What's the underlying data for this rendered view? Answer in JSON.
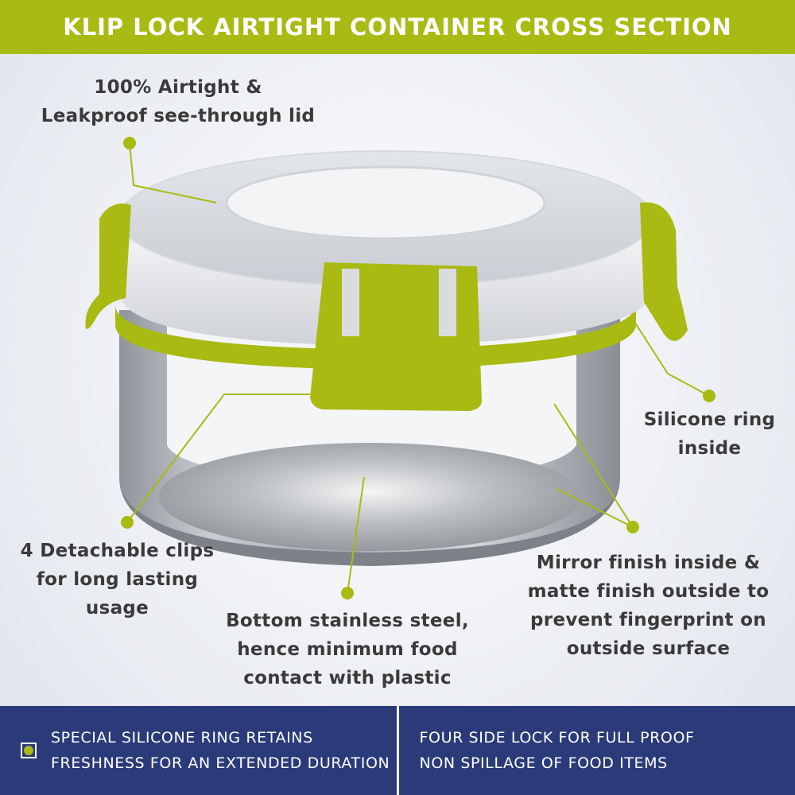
{
  "colors": {
    "accent": "#a9ba12",
    "navy": "#2b3b7a",
    "text": "#3a3a3a"
  },
  "header": {
    "title": "KLIP LOCK AIRTIGHT CONTAINER CROSS SECTION"
  },
  "callouts": {
    "lid": [
      "100% Airtight &",
      "Leakproof see-through lid"
    ],
    "silicone": [
      "Silicone ring",
      "inside"
    ],
    "clips": [
      "4 Detachable clips",
      "for long lasting",
      "usage"
    ],
    "bottom": [
      "Bottom stainless steel,",
      "hence minimum food",
      "contact with plastic"
    ],
    "mirror": [
      "Mirror finish inside &",
      "matte finish outside to",
      "prevent fingerprint on",
      "outside surface"
    ]
  },
  "footer": {
    "left": [
      "SPECIAL SILICONE RING RETAINS",
      "FRESHNESS FOR AN EXTENDED DURATION"
    ],
    "right": [
      "FOUR SIDE LOCK FOR FULL PROOF",
      "NON SPILLAGE OF FOOD ITEMS"
    ]
  },
  "icons": {
    "bullet": "checkbox-dot-icon",
    "callout_marker": "dot-marker-icon"
  }
}
